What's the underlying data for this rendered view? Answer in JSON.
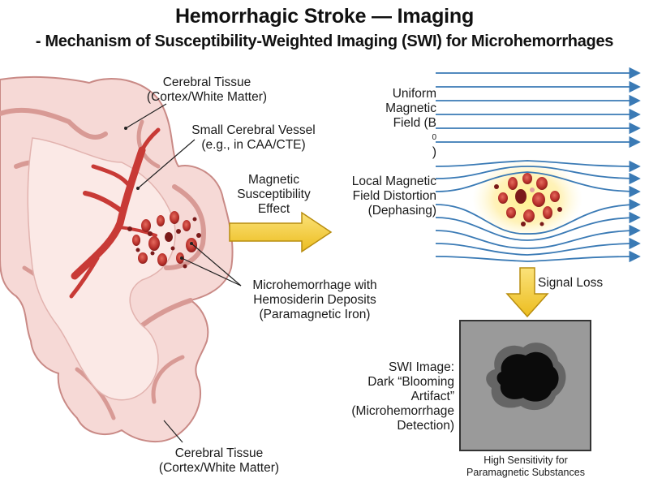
{
  "title": "Hemorrhagic Stroke — Imaging",
  "subtitle": "- Mechanism of Susceptibility-Weighted Imaging (SWI) for Microhemorrhages",
  "labels": {
    "tissue_top": [
      "Cerebral Tissue",
      "(Cortex/White Matter)"
    ],
    "vessel": [
      "Small Cerebral Vessel",
      "(e.g., in CAA/CTE)"
    ],
    "microhemorrhage": [
      "Microhemorrhage with",
      "Hemosiderin Deposits",
      "(Paramagnetic Iron)"
    ],
    "tissue_bottom": [
      "Cerebral Tissue",
      "(Cortex/White Matter)"
    ],
    "susceptibility": [
      "Magnetic",
      "Susceptibility",
      "Effect"
    ],
    "uniform_field": [
      "Uniform",
      "Magnetic",
      "Field (B",
      "0",
      ")"
    ],
    "local_distortion": [
      "Local Magnetic",
      "Field Distortion",
      "(Dephasing)"
    ],
    "signal_loss": "Signal Loss",
    "swi_image": [
      "SWI Image:",
      "Dark “Blooming Artifact”",
      "(Microhemorrhage",
      "Detection)"
    ],
    "sensitivity": [
      "High Sensitivity for",
      "Paramagnetic Substances"
    ]
  },
  "colors": {
    "brain_fill": "#f6d9d6",
    "brain_outline": "#c98a86",
    "vessel": "#c83a36",
    "blood": "#9c2424",
    "field_line": "#3a7ab5",
    "arrow_yellow": "#f5cf3a",
    "swi_gray": "#9a9a9a"
  }
}
